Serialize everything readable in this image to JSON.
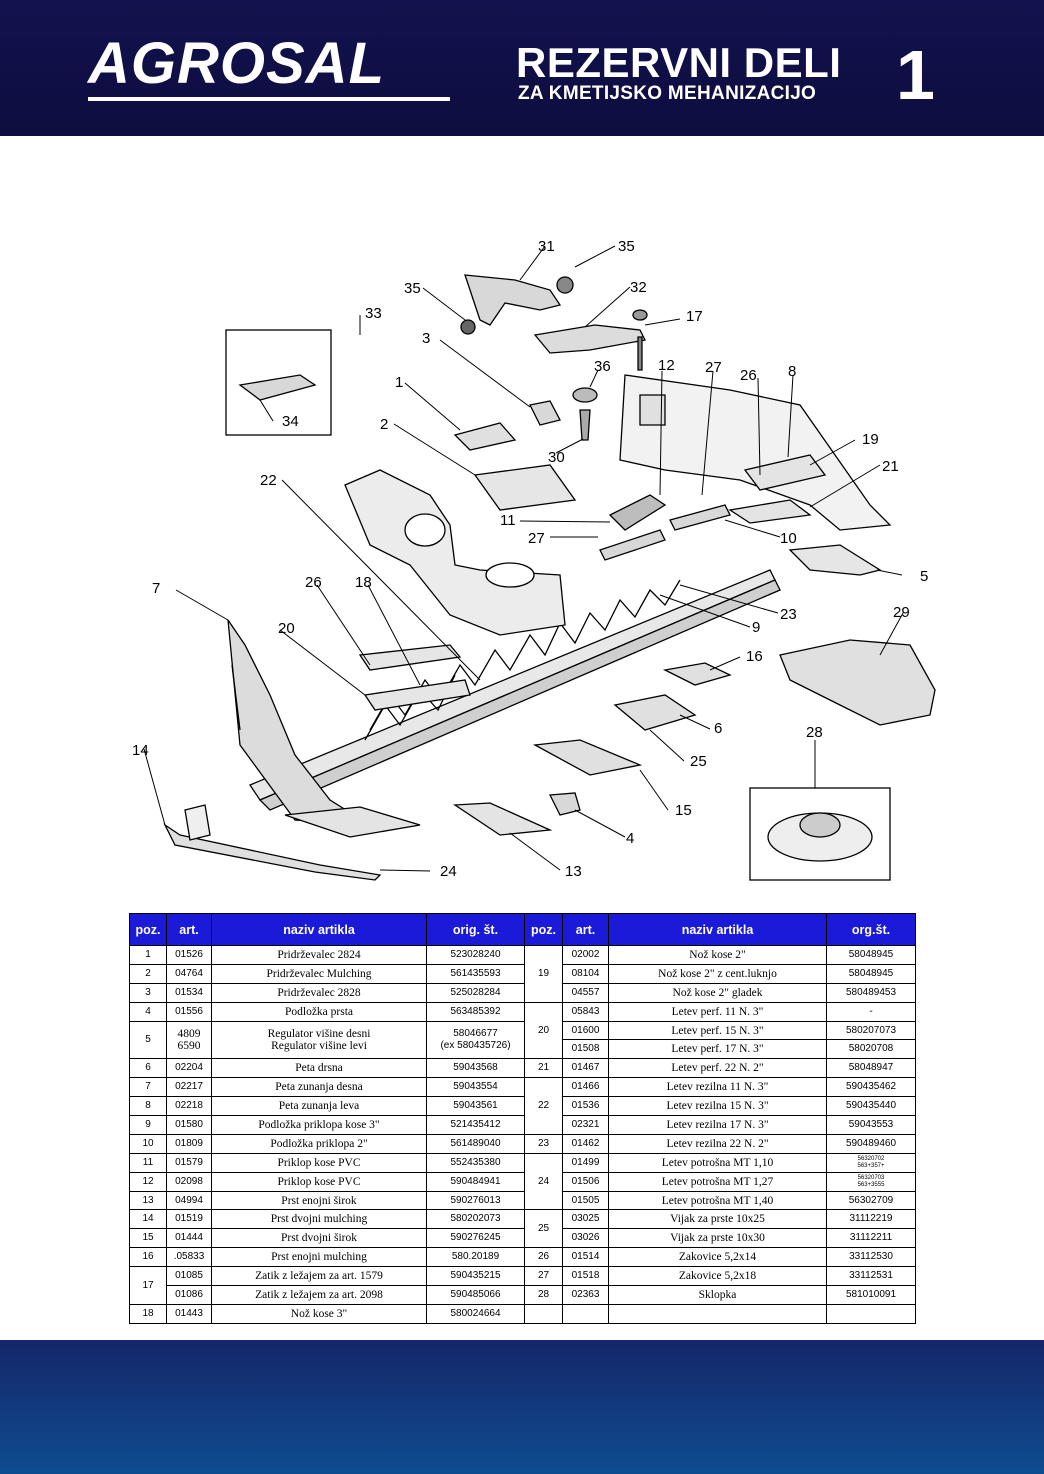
{
  "header": {
    "logo": "AGROSAL",
    "title": "REZERVNI DELI",
    "subtitle": "ZA KMETIJSKO MEHANIZACIJO",
    "page_number": "1"
  },
  "diagram": {
    "callouts": [
      "31",
      "35",
      "35",
      "32",
      "17",
      "33",
      "3",
      "36",
      "12",
      "27",
      "26",
      "8",
      "1",
      "34",
      "2",
      "30",
      "19",
      "21",
      "22",
      "11",
      "27",
      "10",
      "5",
      "7",
      "26",
      "18",
      "23",
      "29",
      "20",
      "9",
      "16",
      "14",
      "6",
      "25",
      "28",
      "15",
      "4",
      "13",
      "24"
    ]
  },
  "table": {
    "headers_left": [
      "poz.",
      "art.",
      "naziv artikla",
      "orig. št."
    ],
    "headers_right": [
      "poz.",
      "art.",
      "naziv artikla",
      "org.št."
    ],
    "left": [
      {
        "poz": "1",
        "art": "01526",
        "naziv": "Pridrževalec 2824",
        "orig": "523028240"
      },
      {
        "poz": "2",
        "art": "04764",
        "naziv": "Pridrževalec Mulching",
        "orig": "561435593"
      },
      {
        "poz": "3",
        "art": "01534",
        "naziv": "Pridrževalec 2828",
        "orig": "525028284"
      },
      {
        "poz": "4",
        "art": "01556",
        "naziv": "Podložka prsta",
        "orig": "563485392"
      },
      {
        "poz": "5",
        "art": "4809",
        "art2": "6590",
        "naziv": "Regulator višine desni",
        "naziv2": "Regulator višine levi",
        "orig": "58046677",
        "orig2": "(ex 580435726)"
      },
      {
        "poz": "6",
        "art": "02204",
        "naziv": "Peta drsna",
        "orig": "59043568"
      },
      {
        "poz": "7",
        "art": "02217",
        "naziv": "Peta zunanja desna",
        "orig": "59043554"
      },
      {
        "poz": "8",
        "art": "02218",
        "naziv": "Peta zunanja leva",
        "orig": "59043561"
      },
      {
        "poz": "9",
        "art": "01580",
        "naziv": "Podložka priklopa kose 3\"",
        "orig": "521435412"
      },
      {
        "poz": "10",
        "art": "01809",
        "naziv": "Podložka priklopa 2\"",
        "orig": "561489040"
      },
      {
        "poz": "11",
        "art": "01579",
        "naziv": "Priklop kose PVC",
        "orig": "552435380"
      },
      {
        "poz": "12",
        "art": "02098",
        "naziv": "Priklop kose PVC",
        "orig": "590484941"
      },
      {
        "poz": "13",
        "art": "04994",
        "naziv": "Prst enojni širok",
        "orig": "590276013"
      },
      {
        "poz": "14",
        "art": "01519",
        "naziv": "Prst dvojni mulching",
        "orig": "580202073"
      },
      {
        "poz": "15",
        "art": "01444",
        "naziv": "Prst dvojni širok",
        "orig": "590276245"
      },
      {
        "poz": "16",
        "art": ".05833",
        "naziv": "Prst enojni mulching",
        "orig": "580.20189"
      },
      {
        "poz": "17",
        "art": "01085",
        "naziv": "Zatik z ležajem za art. 1579",
        "orig": "590435215"
      },
      {
        "poz": "",
        "art": "01086",
        "naziv": "Zatik z ležajem za art. 2098",
        "orig": "590485066"
      },
      {
        "poz": "18",
        "art": "01443",
        "naziv": "Nož kose 3\"",
        "orig": "580024664"
      }
    ],
    "right": [
      {
        "poz": "19",
        "art": "02002",
        "naziv": "Nož kose 2\"",
        "orig": "58048945"
      },
      {
        "poz": "",
        "art": "08104",
        "naziv": "Nož kose 2\" z cent.luknjo",
        "orig": "58048945"
      },
      {
        "poz": "",
        "art": "04557",
        "naziv": "Nož kose 2\" gladek",
        "orig": "580489453"
      },
      {
        "poz": "20",
        "art": "05843",
        "naziv": "Letev perf. 11 N. 3\"",
        "orig": "-"
      },
      {
        "poz": "",
        "art": "01600",
        "naziv": "Letev perf. 15 N. 3\"",
        "orig": "580207073"
      },
      {
        "poz": "",
        "art": "01508",
        "naziv": "Letev perf. 17 N. 3\"",
        "orig": "58020708"
      },
      {
        "poz": "21",
        "art": "01467",
        "naziv": "Letev perf. 22 N. 2\"",
        "orig": "58048947"
      },
      {
        "poz": "22",
        "art": "01466",
        "naziv": "Letev rezilna 11 N. 3\"",
        "orig": "590435462"
      },
      {
        "poz": "",
        "art": "01536",
        "naziv": "Letev rezilna 15 N. 3\"",
        "orig": "590435440"
      },
      {
        "poz": "",
        "art": "02321",
        "naziv": "Letev rezilna 17 N. 3\"",
        "orig": "59043553"
      },
      {
        "poz": "23",
        "art": "01462",
        "naziv": "Letev rezilna 22 N. 2\"",
        "orig": "590489460"
      },
      {
        "poz": "24",
        "art": "01499",
        "naziv": "Letev potrošna MT 1,10",
        "orig": "56320702",
        "orig2": "563+357+"
      },
      {
        "poz": "",
        "art": "01506",
        "naziv": "Letev potrošna MT 1,27",
        "orig": "56320703",
        "orig2": "563+3555"
      },
      {
        "poz": "",
        "art": "01505",
        "naziv": "Letev potrošna MT 1,40",
        "orig": "56302709"
      },
      {
        "poz": "25",
        "art": "03025",
        "naziv": "Vijak za prste 10x25",
        "orig": "31112219"
      },
      {
        "poz": "",
        "art": "03026",
        "naziv": "Vijak za prste 10x30",
        "orig": "31112211"
      },
      {
        "poz": "26",
        "art": "01514",
        "naziv": "Zakovice 5,2x14",
        "orig": "33112530"
      },
      {
        "poz": "27",
        "art": "01518",
        "naziv": "Zakovice 5,2x18",
        "orig": "33112531"
      },
      {
        "poz": "28",
        "art": "02363",
        "naziv": "Sklopka",
        "orig": "581010091"
      }
    ]
  },
  "colors": {
    "header_bg": "#10104a",
    "table_header_bg": "#1a1ad8",
    "footer_bg": "#0d4d8f"
  }
}
